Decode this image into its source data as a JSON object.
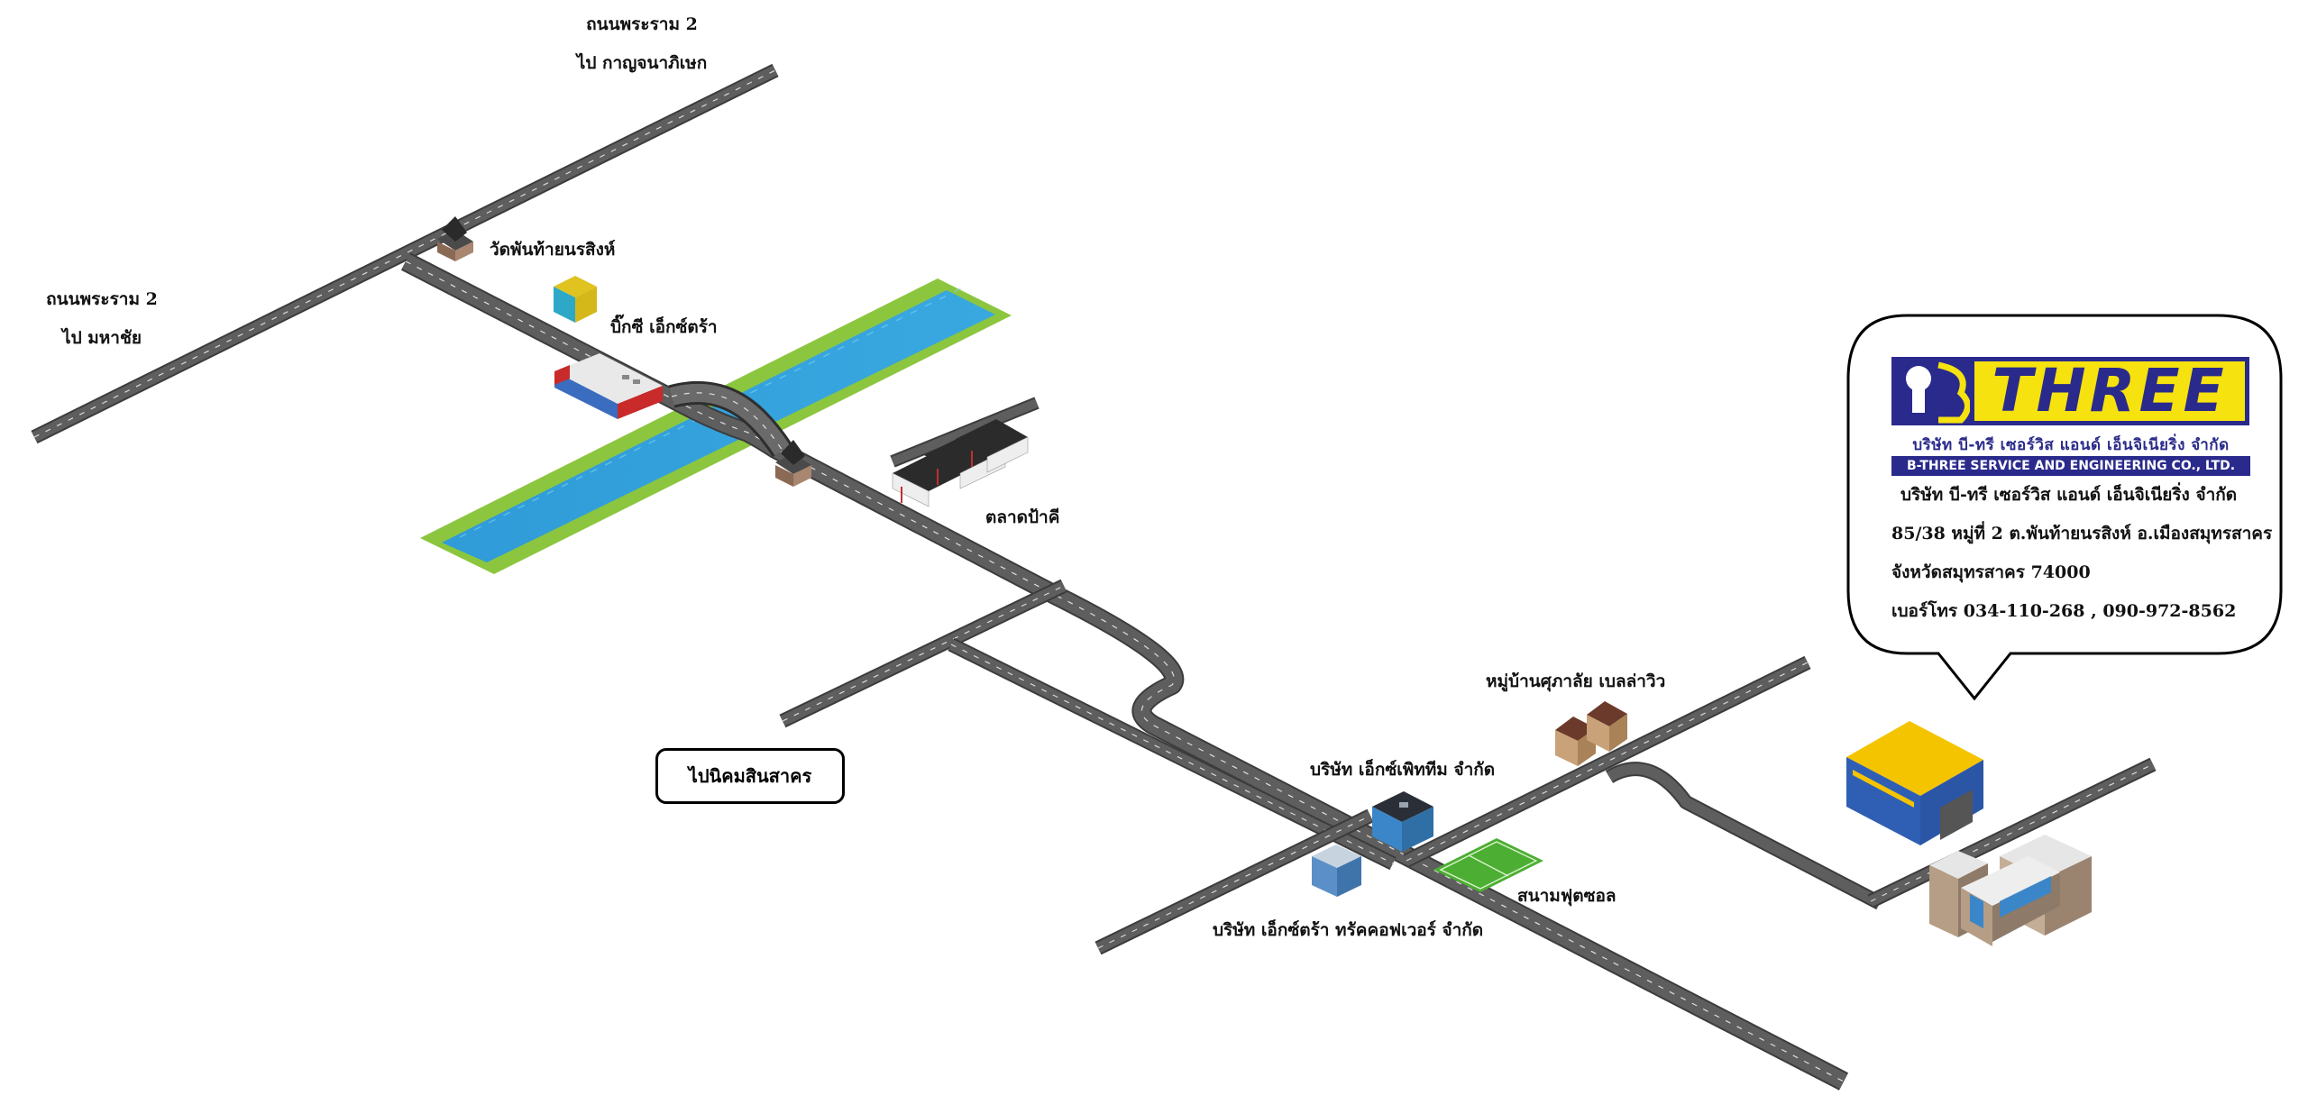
{
  "labels": {
    "rama2_top_line1": "ถนนพระราม 2",
    "rama2_top_line2": "ไป กาญจนาภิเษก",
    "rama2_left_line1": "ถนนพระราม 2",
    "rama2_left_line2": "ไป มหาชัย",
    "temple": "วัดพันท้ายนรสิงห์",
    "bigc": "บิ๊กซี เอ็กซ์ตร้า",
    "market": "ตลาดป้าคี",
    "industrial_estate": "ไปนิคมสินสาคร",
    "village": "หมู่บ้านศุภาลัย เบลล่าวิว",
    "x_team": "บริษัท เอ็กซ์เพิททีม จำกัด",
    "football_field": "สนามฟุตซอล",
    "extra_truck": "บริษัท เอ็กซ์ตร้า ทรัคคอฟเวอร์ จำกัด"
  },
  "company": {
    "logo_word": "THREE",
    "logo_thai": "บริษัท บี-ทรี เซอร์วิส แอนด์ เอ็นจิเนียริ่ง จำกัด",
    "logo_english": "B-THREE SERVICE AND ENGINEERING CO., LTD.",
    "name": "บริษัท บี-ทรี เซอร์วิส แอนด์ เอ็นจิเนียริ่ง จำกัด",
    "address_line1": "85/38 หมู่ที่ 2 ต.พันท้ายนรสิงห์ อ.เมืองสมุทรสาคร",
    "address_line2": "จังหวัดสมุทรสาคร   74000",
    "phone": "เบอร์โทร 034-110-268 , 090-972-8562"
  },
  "colors": {
    "road": "#5a5a5a",
    "road_edge": "#3c3c3c",
    "river": "#2f9bd8",
    "river_bank": "#8cc63f",
    "logo_blue": "#2a2a8c",
    "logo_yellow": "#f5e20f",
    "warehouse_roof": "#f5c400",
    "warehouse_wall": "#2f5fb5",
    "field": "#4cae33"
  }
}
